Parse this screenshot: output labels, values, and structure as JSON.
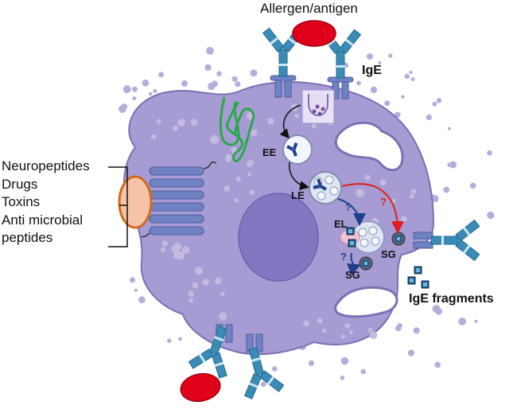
{
  "labels": {
    "allergen": "Allergen/antigen",
    "ige": "IgE",
    "ige_fragments": "IgE fragments",
    "ee": "EE",
    "le": "LE",
    "el": "EL",
    "sg_right": "SG",
    "sg_bottom": "SG"
  },
  "question_marks": [
    "?",
    "?",
    "?"
  ],
  "receptor_ligands": [
    "Neuropeptides",
    "Drugs",
    "Toxins",
    "Anti microbial",
    "peptides"
  ],
  "colors": {
    "cell": "#a79bd3",
    "cell_outline": "#7d6fb4",
    "nucleus": "#8477c2",
    "granule": "#b8acdc",
    "antibody": "#3b8bb5",
    "allergen": "#e0001a",
    "receptor": "#6f82c4",
    "ligand": "#f5c4a8",
    "ligand_outline": "#d2691e",
    "gpcr": "#2aa84a",
    "red_arrow": "#e02020",
    "blue_arrow": "#1f3f8c"
  }
}
